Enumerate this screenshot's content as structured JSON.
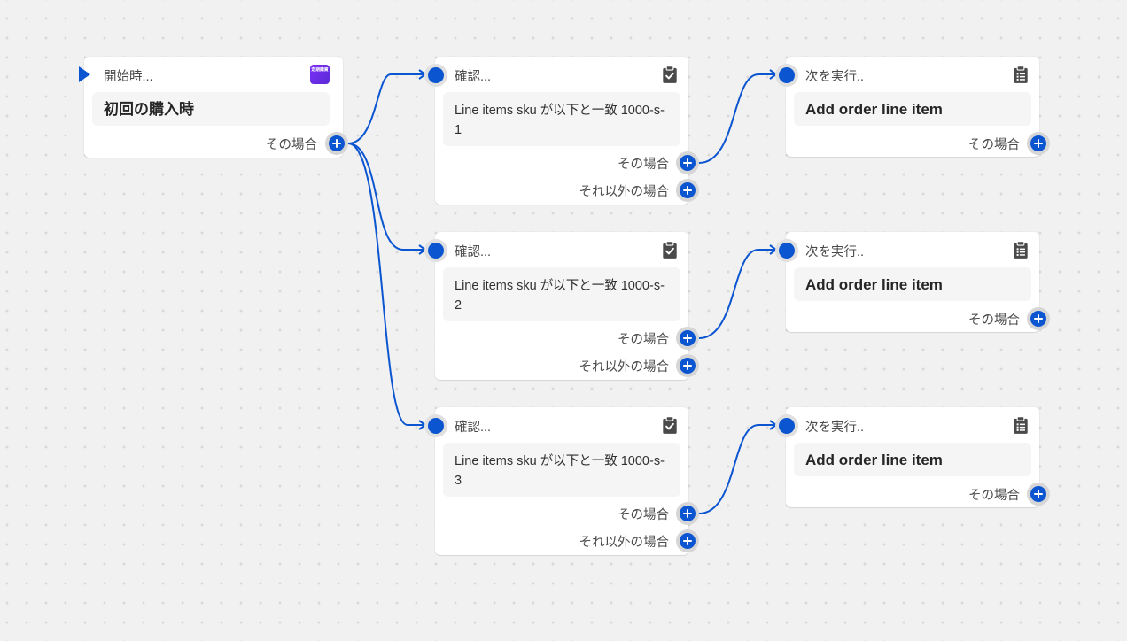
{
  "colors": {
    "accent": "#0b55d1",
    "canvas": "#f1f1f1",
    "card": "#ffffff",
    "card_body": "#f5f5f5",
    "icon": "#4a4a4a",
    "app_icon": "#6a2ff0"
  },
  "trigger": {
    "title": "開始時...",
    "app_icon": "teiki-app-icon",
    "app_icon_text": "定期購買",
    "body": "初回の購入時",
    "branch_then": "その場合"
  },
  "conditions": [
    {
      "title": "確認...",
      "icon": "clipboard-check-icon",
      "body": "Line items sku が以下と一致 1000-s-1",
      "branch_then": "その場合",
      "branch_else": "それ以外の場合"
    },
    {
      "title": "確認...",
      "icon": "clipboard-check-icon",
      "body": "Line items sku が以下と一致 1000-s-2",
      "branch_then": "その場合",
      "branch_else": "それ以外の場合"
    },
    {
      "title": "確認...",
      "icon": "clipboard-check-icon",
      "body": "Line items sku が以下と一致 1000-s-3",
      "branch_then": "その場合",
      "branch_else": "それ以外の場合"
    }
  ],
  "actions": [
    {
      "title": "次を実行..",
      "icon": "clipboard-list-icon",
      "body": "Add order line item",
      "branch_then": "その場合"
    },
    {
      "title": "次を実行..",
      "icon": "clipboard-list-icon",
      "body": "Add order line item",
      "branch_then": "その場合"
    },
    {
      "title": "次を実行..",
      "icon": "clipboard-list-icon",
      "body": "Add order line item",
      "branch_then": "その場合"
    }
  ]
}
